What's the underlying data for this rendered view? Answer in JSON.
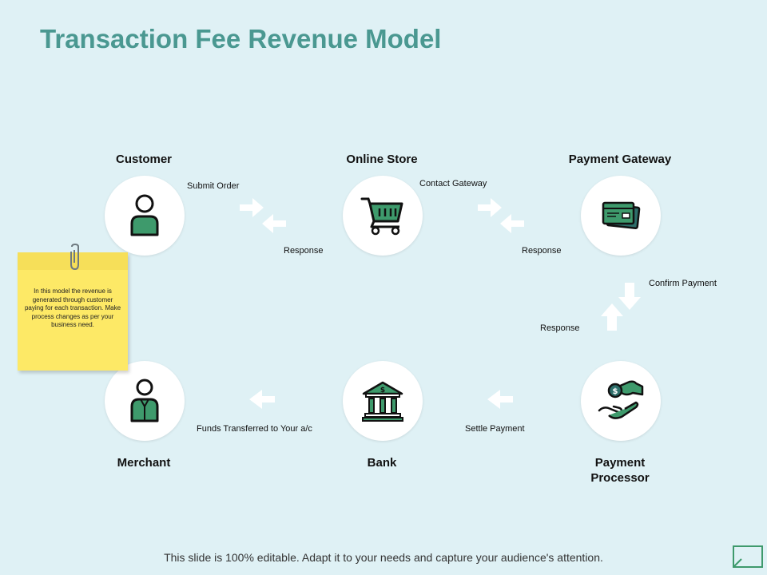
{
  "title": "Transaction Fee Revenue Model",
  "nodes": {
    "customer": "Customer",
    "online_store": "Online Store",
    "payment_gateway": "Payment Gateway",
    "merchant": "Merchant",
    "bank": "Bank",
    "payment_processor": "Payment\nProcessor"
  },
  "edges": {
    "submit_order": "Submit Order",
    "response_1": "Response",
    "contact_gateway": "Contact Gateway",
    "response_2": "Response",
    "confirm_payment": "Confirm Payment",
    "response_3": "Response",
    "settle_payment": "Settle Payment",
    "funds_transferred": "Funds Transferred to Your a/c"
  },
  "note": {
    "text": "In this model the revenue is generated through customer paying for each transaction. Make process changes as per your business need."
  },
  "footer": "This slide is 100% editable. Adapt it to your needs and capture your audience's attention.",
  "colors": {
    "background": "#dff1f5",
    "title": "#4a9891",
    "icon_green": "#3e9a6c",
    "arrow": "#ffffff",
    "note": "#fde966"
  }
}
